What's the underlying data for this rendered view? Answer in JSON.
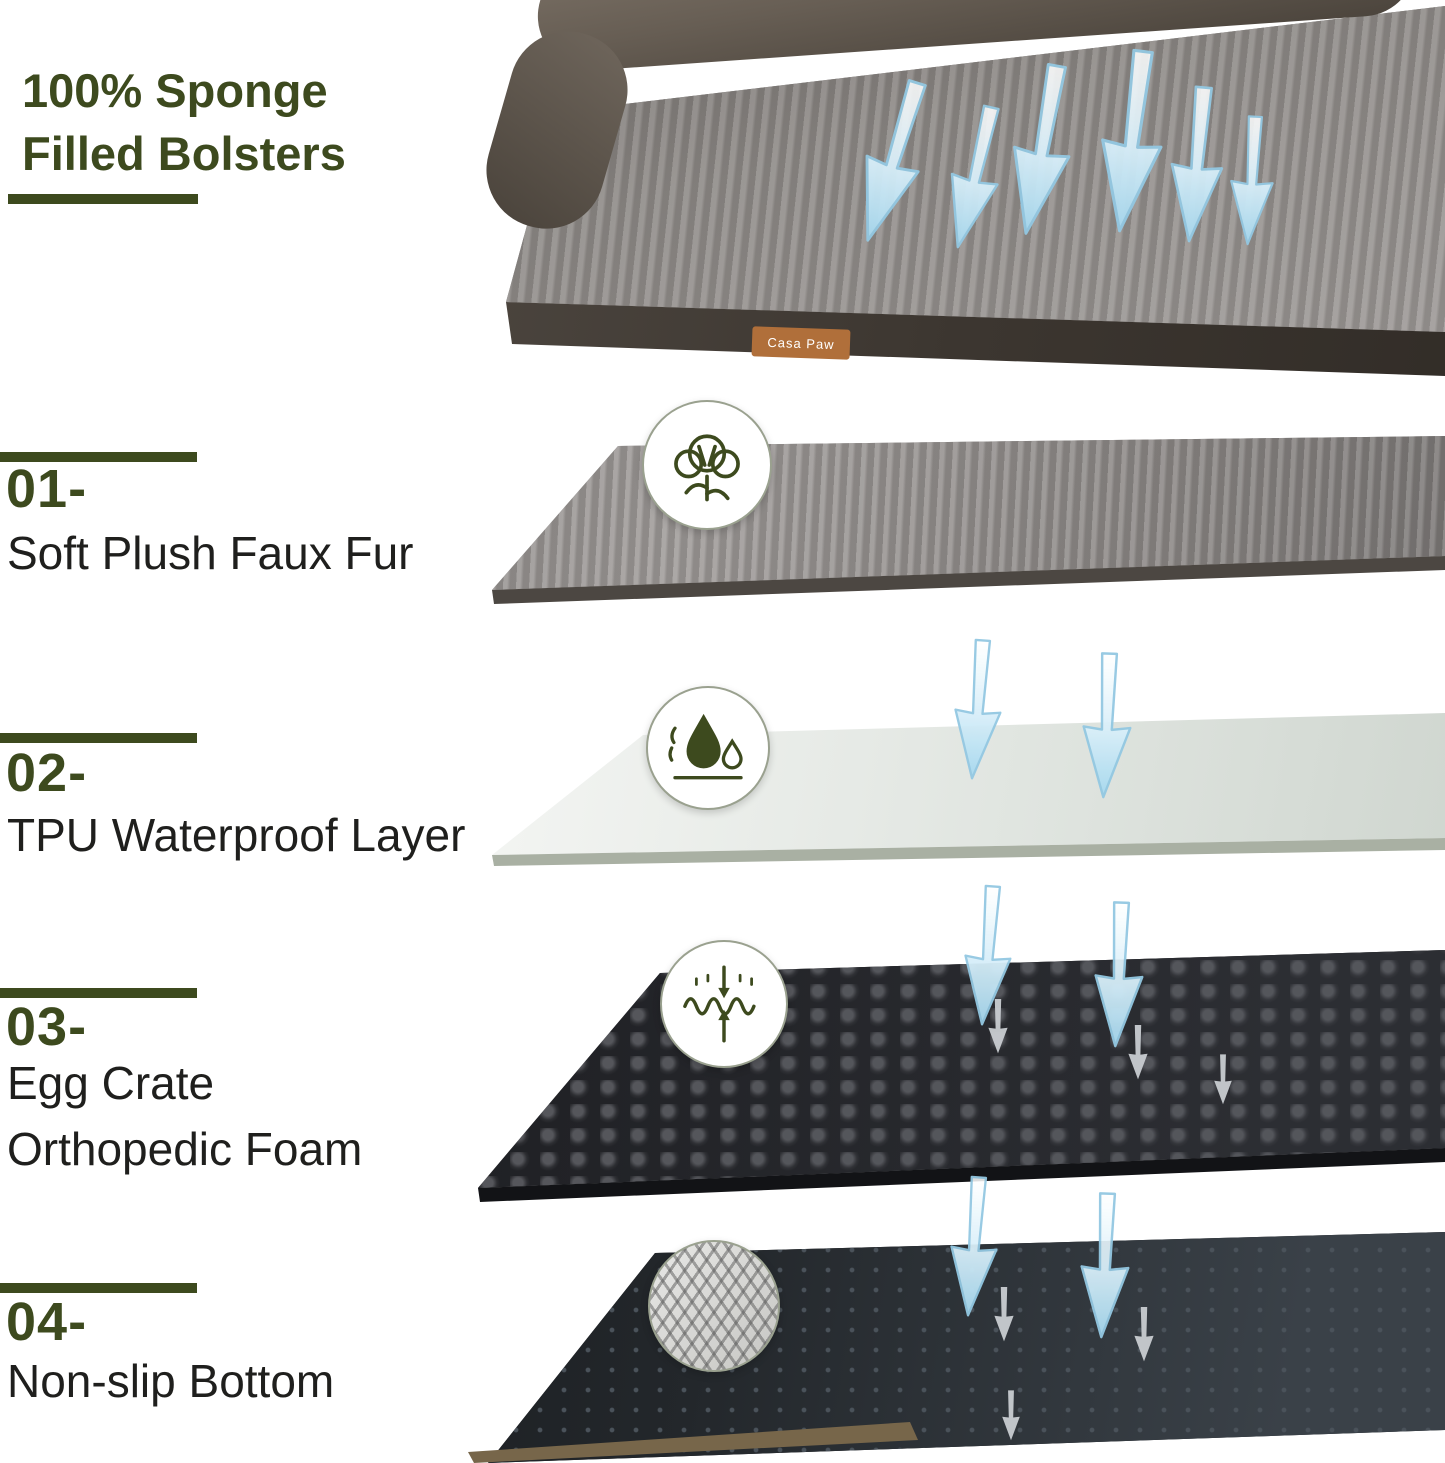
{
  "header": {
    "title_line1": "100% Sponge",
    "title_line2": "Filled Bolsters"
  },
  "hero": {
    "tag_label": "Casa Paw"
  },
  "sections": [
    {
      "number": "01-",
      "lines": [
        "Soft Plush Faux Fur"
      ],
      "icon": "cotton-icon"
    },
    {
      "number": "02-",
      "lines": [
        "TPU Waterproof Layer"
      ],
      "icon": "water-drops-icon"
    },
    {
      "number": "03-",
      "lines": [
        "Egg Crate",
        "Orthopedic Foam"
      ],
      "icon": "pressure-relief-icon"
    },
    {
      "number": "04-",
      "lines": [
        "Non-slip Bottom"
      ],
      "icon": "diamond-plate-icon"
    }
  ],
  "colors": {
    "accent_green": "#3d4a1e",
    "text_dark": "#1f1f1d",
    "arrow_blue": "#a5d8ef",
    "tag_orange": "#b06f3a",
    "foam_dark": "#27282c",
    "bottom_black": "#17191c"
  }
}
